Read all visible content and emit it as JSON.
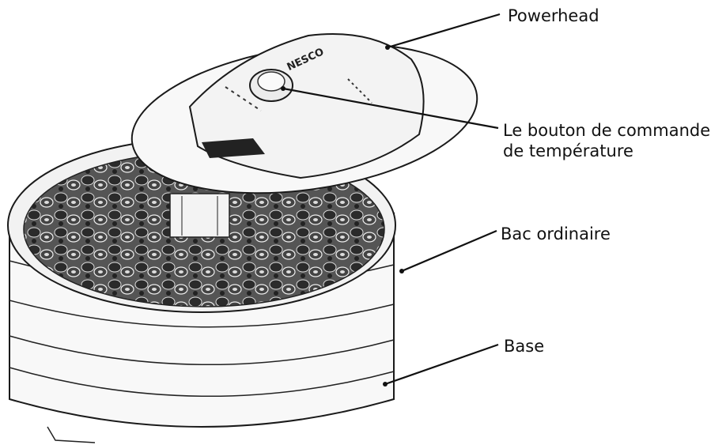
{
  "brand_text": "NESCO",
  "labels": {
    "powerhead": "Powerhead",
    "temperature_knob_line1": "Le bouton de commande",
    "temperature_knob_line2": "de température",
    "tray": "Bac ordinaire",
    "base": "Base"
  },
  "colors": {
    "outline": "#1a1a1a",
    "fill": "#f7f7f7",
    "fruit": "#3a3a3a"
  }
}
